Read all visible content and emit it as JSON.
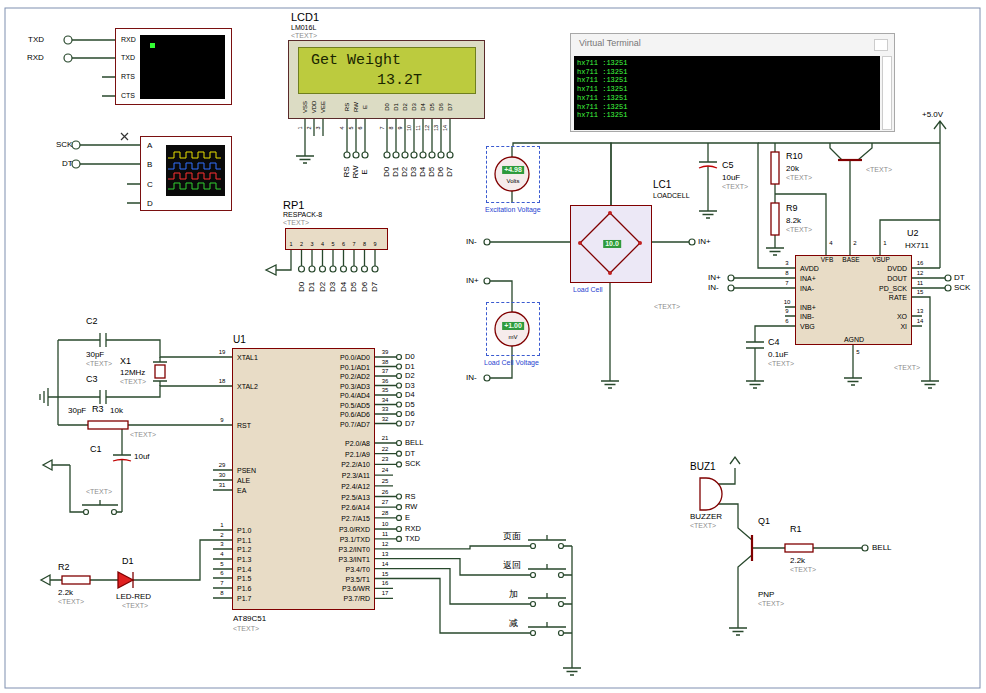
{
  "diagram": {
    "nodes": [
      {
        "text": [
          "RXD",
          "TXD",
          "RTS",
          "CTS"
        ]
      },
      {
        "text": [
          "A",
          "B",
          "C",
          "D"
        ]
      },
      {
        "text": [
          "LCD1",
          "LM016L",
          "<TEXT>"
        ]
      },
      {
        "text": [
          "Get Weight",
          "13.2T"
        ],
        "in": 2
      },
      {
        "text": [
          "RP1",
          "RESPACK-8",
          "<TEXT>"
        ]
      },
      {
        "text": [
          "Virtual Terminal",
          "hx711 :13251",
          "hx711 :13251",
          "hx711 :13251",
          "hx711 :13251",
          "hx711 :13251",
          "hx711 :13251",
          "hx711 :13251"
        ]
      },
      {
        "text": [
          "+4.98",
          "Volts",
          "Excitation Voltage"
        ]
      },
      {
        "text": [
          "LC1",
          "LOADCELL",
          "10.0",
          "Load Cell",
          "<TEXT>"
        ]
      },
      {
        "text": [
          "+1.00",
          "mV",
          "Load Cell Voltage"
        ]
      },
      {
        "text": [
          "U2",
          "HX711",
          "VFB",
          "BASE",
          "VSUP",
          "AVDD",
          "INA+",
          "INA-",
          "INB+",
          "INB-",
          "VBG",
          "DVDD",
          "DOUT",
          "PD_SCK",
          "RATE",
          "XO",
          "XI",
          "AGND"
        ]
      },
      {
        "text": [
          "U1",
          "XTAL1",
          "XTAL2",
          "RST",
          "PSEN",
          "ALE",
          "EA",
          "P1.0",
          "P1.1",
          "P1.2",
          "P1.3",
          "P1.4",
          "P1.5",
          "P1.6",
          "P1.7",
          "P0.0/AD0",
          "P0.1/AD1",
          "P0.2/AD2",
          "P0.3/AD3",
          "P0.4/AD4",
          "P0.5/AD5",
          "P0.6/AD6",
          "P0.7/AD7",
          "P2.0/A8",
          "P2.1/A9",
          "P2.2/A10",
          "P2.3/A11",
          "P2.4/A12",
          "P2.5/A13",
          "P2.6/A14",
          "P2.7/A15",
          "P3.0/RXD",
          "P3.1/TXD",
          "P3.2/INT0",
          "P3.3/INT1",
          "P3.4/T0",
          "P3.5/T1",
          "P3.6/WR",
          "P3.7/RD",
          "AT89C51",
          "<TEXT>"
        ]
      }
    ],
    "edges": [
      {
        "from": 6,
        "to": 7,
        "arrow": "none"
      },
      {
        "from": 7,
        "to": 9,
        "arrow": "none"
      }
    ],
    "labels": [
      "TXD",
      "RXD",
      "SCK",
      "DT",
      "VSS",
      "VDD",
      "VEE",
      "RS",
      "RW",
      "E",
      "D0",
      "D1",
      "D2",
      "D3",
      "D4",
      "D5",
      "D6",
      "D7",
      "1",
      "2",
      "3",
      "4",
      "5",
      "6",
      "7",
      "8",
      "9",
      "10",
      "11",
      "12",
      "13",
      "14",
      "RS",
      "RW",
      "E",
      "D0",
      "D1",
      "D2",
      "D3",
      "D4",
      "D5",
      "D6",
      "D7",
      "1",
      "2",
      "3",
      "4",
      "5",
      "6",
      "7",
      "8",
      "9",
      "D0",
      "D1",
      "D2",
      "D3",
      "D4",
      "D5",
      "D6",
      "D7",
      "19",
      "18",
      "9",
      "29",
      "30",
      "31",
      "1",
      "2",
      "3",
      "4",
      "5",
      "6",
      "7",
      "8",
      "39",
      "38",
      "37",
      "36",
      "35",
      "34",
      "33",
      "32",
      "21",
      "22",
      "23",
      "24",
      "25",
      "26",
      "27",
      "28",
      "10",
      "11",
      "12",
      "13",
      "14",
      "15",
      "16",
      "17",
      "D0",
      "D1",
      "D2",
      "D3",
      "D4",
      "D5",
      "D6",
      "D7",
      "BELL",
      "DT",
      "SCK",
      "RS",
      "RW",
      "E",
      "RXD",
      "TXD",
      "页面",
      "返回",
      "加",
      "减",
      "4",
      "2",
      "1",
      "3",
      "8",
      "7",
      "10",
      "9",
      "6",
      "16",
      "12",
      "11",
      "15",
      "13",
      "14",
      "5",
      "IN-",
      "IN+",
      "IN+",
      "IN-",
      "IN+",
      "IN-",
      "DT",
      "SCK",
      "C5",
      "10uF",
      "<TEXT>",
      "R10",
      "20k",
      "<TEXT>",
      "R9",
      "8.2k",
      "<TEXT>",
      "+5.0V",
      "<TEXT>",
      "C4",
      "0.1uF",
      "<TEXT>",
      "<TEXT>",
      "C2",
      "30pF",
      "<TEXT>",
      "C3",
      "30pF",
      "R3",
      "10k",
      "<TEXT>",
      "X1",
      "12MHz",
      "<TEXT>",
      "C1",
      "10uf",
      "<TEXT>",
      "R2",
      "2.2k",
      "<TEXT>",
      "D1",
      "LED-RED",
      "<TEXT>",
      "BUZ1",
      "BUZZER",
      "<TEXT>",
      "Q1",
      "PNP",
      "<TEXT>",
      "R1",
      "2.2k",
      "<TEXT>",
      "BELL"
    ]
  }
}
